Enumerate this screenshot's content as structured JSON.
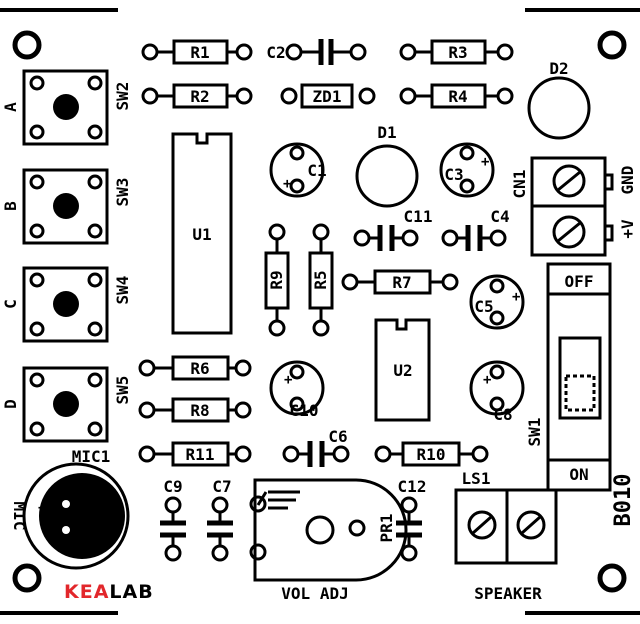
{
  "labels": {
    "r1": "R1",
    "r2": "R2",
    "c2": "C2",
    "r3": "R3",
    "r4": "R4",
    "zd1": "ZD1",
    "d2": "D2",
    "d1": "D1",
    "c1": "C1",
    "c3": "C3",
    "cn1": "CN1",
    "gnd": "GND",
    "plus_v": "+V",
    "c11": "C11",
    "c4": "C4",
    "u1": "U1",
    "r9": "R9",
    "r5": "R5",
    "r7": "R7",
    "c5": "C5",
    "u2": "U2",
    "off": "OFF",
    "on": "ON",
    "sw1": "SW1",
    "r6": "R6",
    "r8": "R8",
    "r11": "R11",
    "c10": "C10",
    "c8": "C8",
    "c6": "C6",
    "r10": "R10",
    "mic1": "MIC1",
    "mic": "MIC",
    "c9": "C9",
    "c7": "C7",
    "c12": "C12",
    "pr1": "PR1",
    "ls1": "LS1",
    "vol_adj": "VOL ADJ",
    "speaker": "SPEAKER",
    "board_code": "B010",
    "sw2": "SW2",
    "sw3": "SW3",
    "sw4": "SW4",
    "sw5": "SW5",
    "a": "A",
    "b": "B",
    "c": "C",
    "d": "D"
  },
  "brand": {
    "part1": "KEA",
    "part2": "LAB",
    "accent_color": "#e2272b"
  }
}
